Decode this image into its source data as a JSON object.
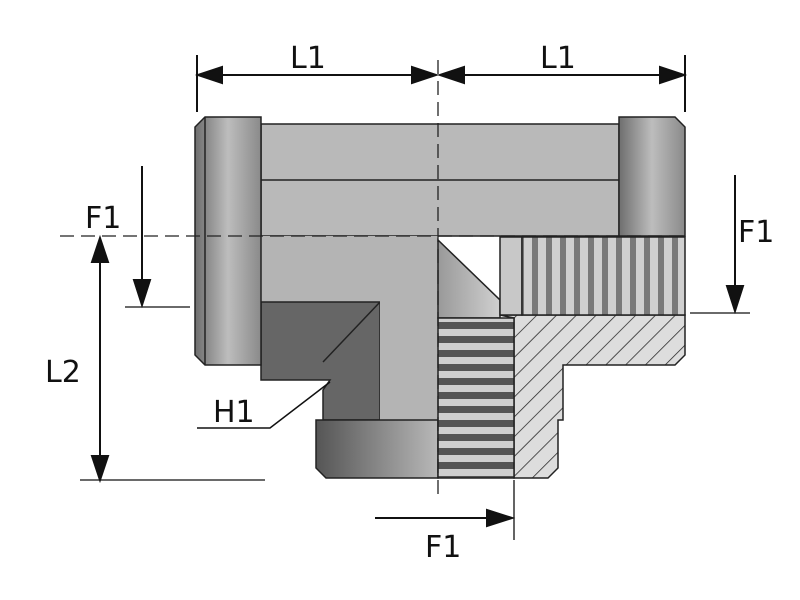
{
  "labels": {
    "l1_left": "L1",
    "l1_right": "L1",
    "f1_left": "F1",
    "f1_right": "F1",
    "f1_bottom": "F1",
    "l2": "L2",
    "h1": "H1"
  },
  "colors": {
    "body_light": "#b4b4b4",
    "body_dark": "#666666",
    "outline": "#222222"
  }
}
